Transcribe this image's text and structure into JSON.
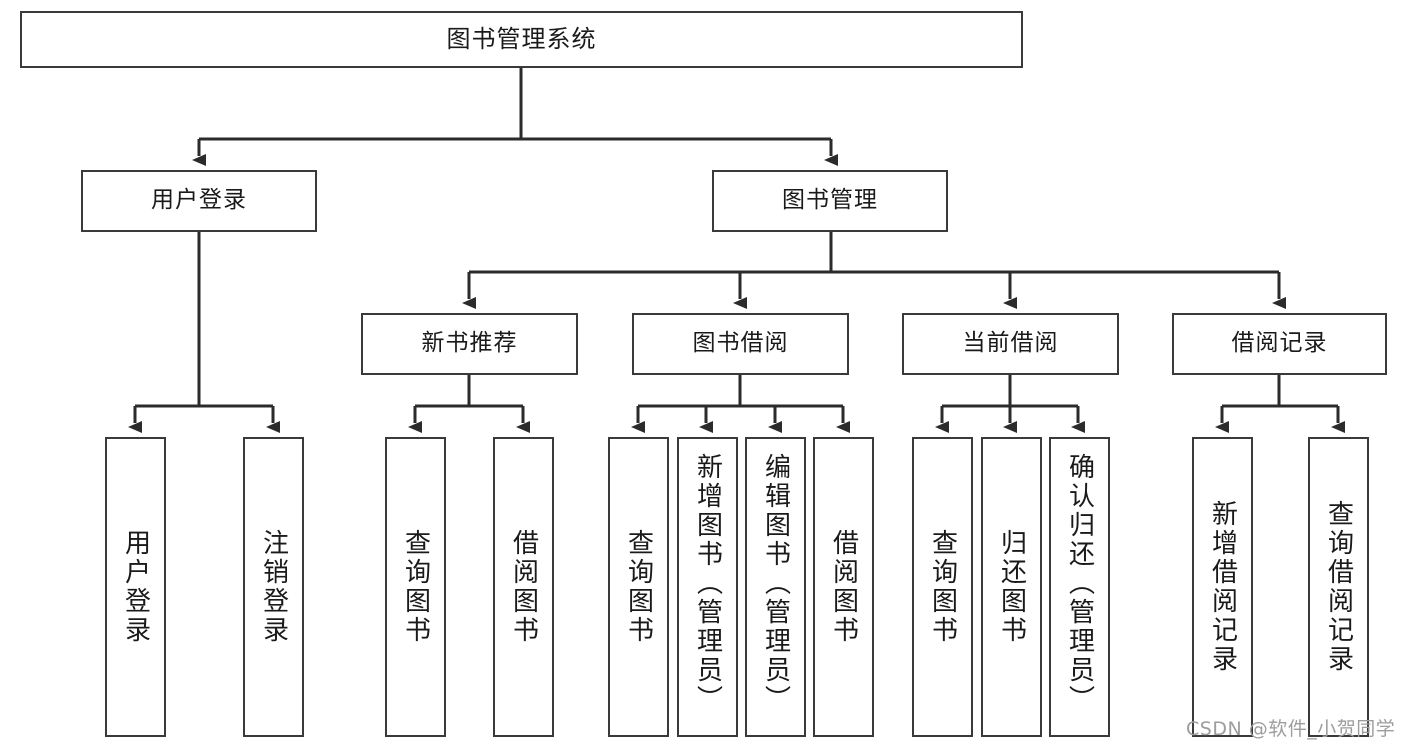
{
  "diagram": {
    "title": "图书管理系统",
    "type": "hierarchy-tree",
    "levels": 4,
    "root": {
      "label": "图书管理系统"
    },
    "level2": [
      {
        "label": "用户登录"
      },
      {
        "label": "图书管理"
      }
    ],
    "level3": [
      {
        "label": "新书推荐"
      },
      {
        "label": "图书借阅"
      },
      {
        "label": "当前借阅"
      },
      {
        "label": "借阅记录"
      }
    ],
    "leaves": {
      "user_login": [
        {
          "label": "用户登录"
        },
        {
          "label": "注销登录"
        }
      ],
      "new_book_recommend": [
        {
          "label": "查询图书"
        },
        {
          "label": "借阅图书"
        }
      ],
      "book_borrow": [
        {
          "label": "查询图书"
        },
        {
          "label": "新增图书（管理员）"
        },
        {
          "label": "编辑图书（管理员）"
        },
        {
          "label": "借阅图书"
        }
      ],
      "current_borrow": [
        {
          "label": "查询图书"
        },
        {
          "label": "归还图书"
        },
        {
          "label": "确认归还（管理员）"
        }
      ],
      "borrow_record": [
        {
          "label": "新增借阅记录"
        },
        {
          "label": "查询借阅记录"
        }
      ]
    }
  },
  "watermark": {
    "text": "CSDN @软件_小贺同学"
  },
  "colors": {
    "background": "#ffffff",
    "box_border": "#3a3a3a",
    "box_fill": "#ffffff",
    "text": "#1a1a1a",
    "edge": "#2b2b2b",
    "watermark": "#9d9d9d"
  }
}
